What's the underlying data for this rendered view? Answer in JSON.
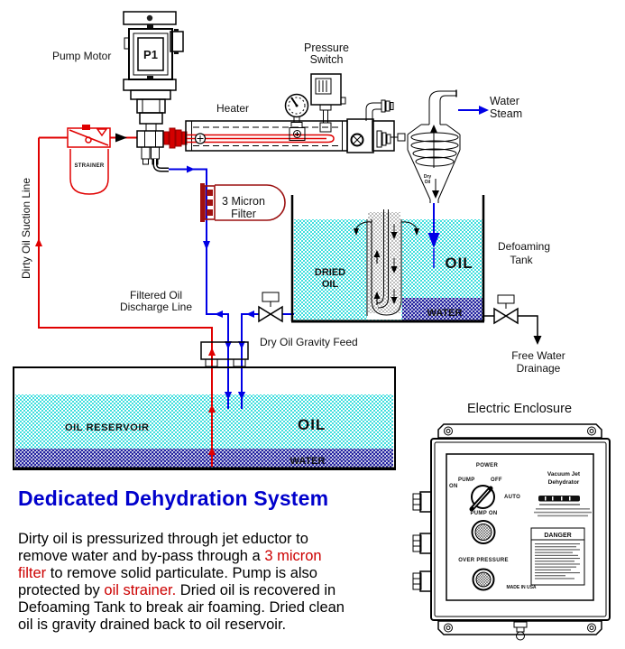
{
  "diagram": {
    "labels": {
      "pump_motor": "Pump Motor",
      "p1": "P1",
      "pressure_switch_line1": "Pressure",
      "pressure_switch_line2": "Switch",
      "heater": "Heater",
      "water_steam_line1": "Water",
      "water_steam_line2": "Steam",
      "cyclone_dry_line1": "Dry",
      "cyclone_dry_line2": "Oil",
      "strainer": "STRAINER",
      "dirty_oil_suction_line": "Dirty Oil Suction Line",
      "micron_filter_line1": "3 Micron",
      "micron_filter_line2": "Filter",
      "filtered_oil_line1": "Filtered Oil",
      "filtered_oil_line2": "Discharge Line",
      "dry_oil_gravity_feed": "Dry Oil Gravity Feed",
      "defoaming_tank_line1": "Defoaming",
      "defoaming_tank_line2": "Tank",
      "dried_oil_line1": "DRIED",
      "dried_oil_line2": "OIL",
      "tank_oil": "OIL",
      "tank_water": "WATER",
      "free_water_line1": "Free Water",
      "free_water_line2": "Drainage",
      "oil_reservoir": "OIL RESERVOIR",
      "reservoir_oil": "OIL",
      "reservoir_water": "WATER"
    },
    "enclosure": {
      "title": "Electric Enclosure",
      "power": "POWER",
      "pump": "PUMP",
      "on": "ON",
      "off": "OFF",
      "auto": "AUTO",
      "pump_on": "PUMP ON",
      "over_pressure": "OVER PRESSURE",
      "made_in_usa": "MADE IN USA",
      "device_line1": "Vacuum Jet",
      "device_line2": "Dehydrator",
      "danger": "DANGER"
    },
    "colors": {
      "pipe_red": "#e00000",
      "pipe_blue": "#0000e6",
      "label_maroon": "#9b1010",
      "label_blue": "#3333cc",
      "oil_cyan": "#00d4d4",
      "water_navy": "#2323a0",
      "title_blue": "#0000cc",
      "text_red": "#cc0000"
    }
  },
  "footer": {
    "title": "Dedicated Dehydration System",
    "paragraph": {
      "l1": "Dirty oil is pressurized through jet eductor to",
      "l2a": "remove water and by-pass through a ",
      "l2b": "3 micron",
      "l3a": "filter",
      "l3b": " to remove solid particulate. Pump is also",
      "l4a": "protected by ",
      "l4b": "oil strainer.",
      "l4c": " Dried oil is recovered in",
      "l5": "Defoaming Tank to break air foaming. Dried clean",
      "l6": "oil is gravity drained back to oil reservoir."
    }
  }
}
